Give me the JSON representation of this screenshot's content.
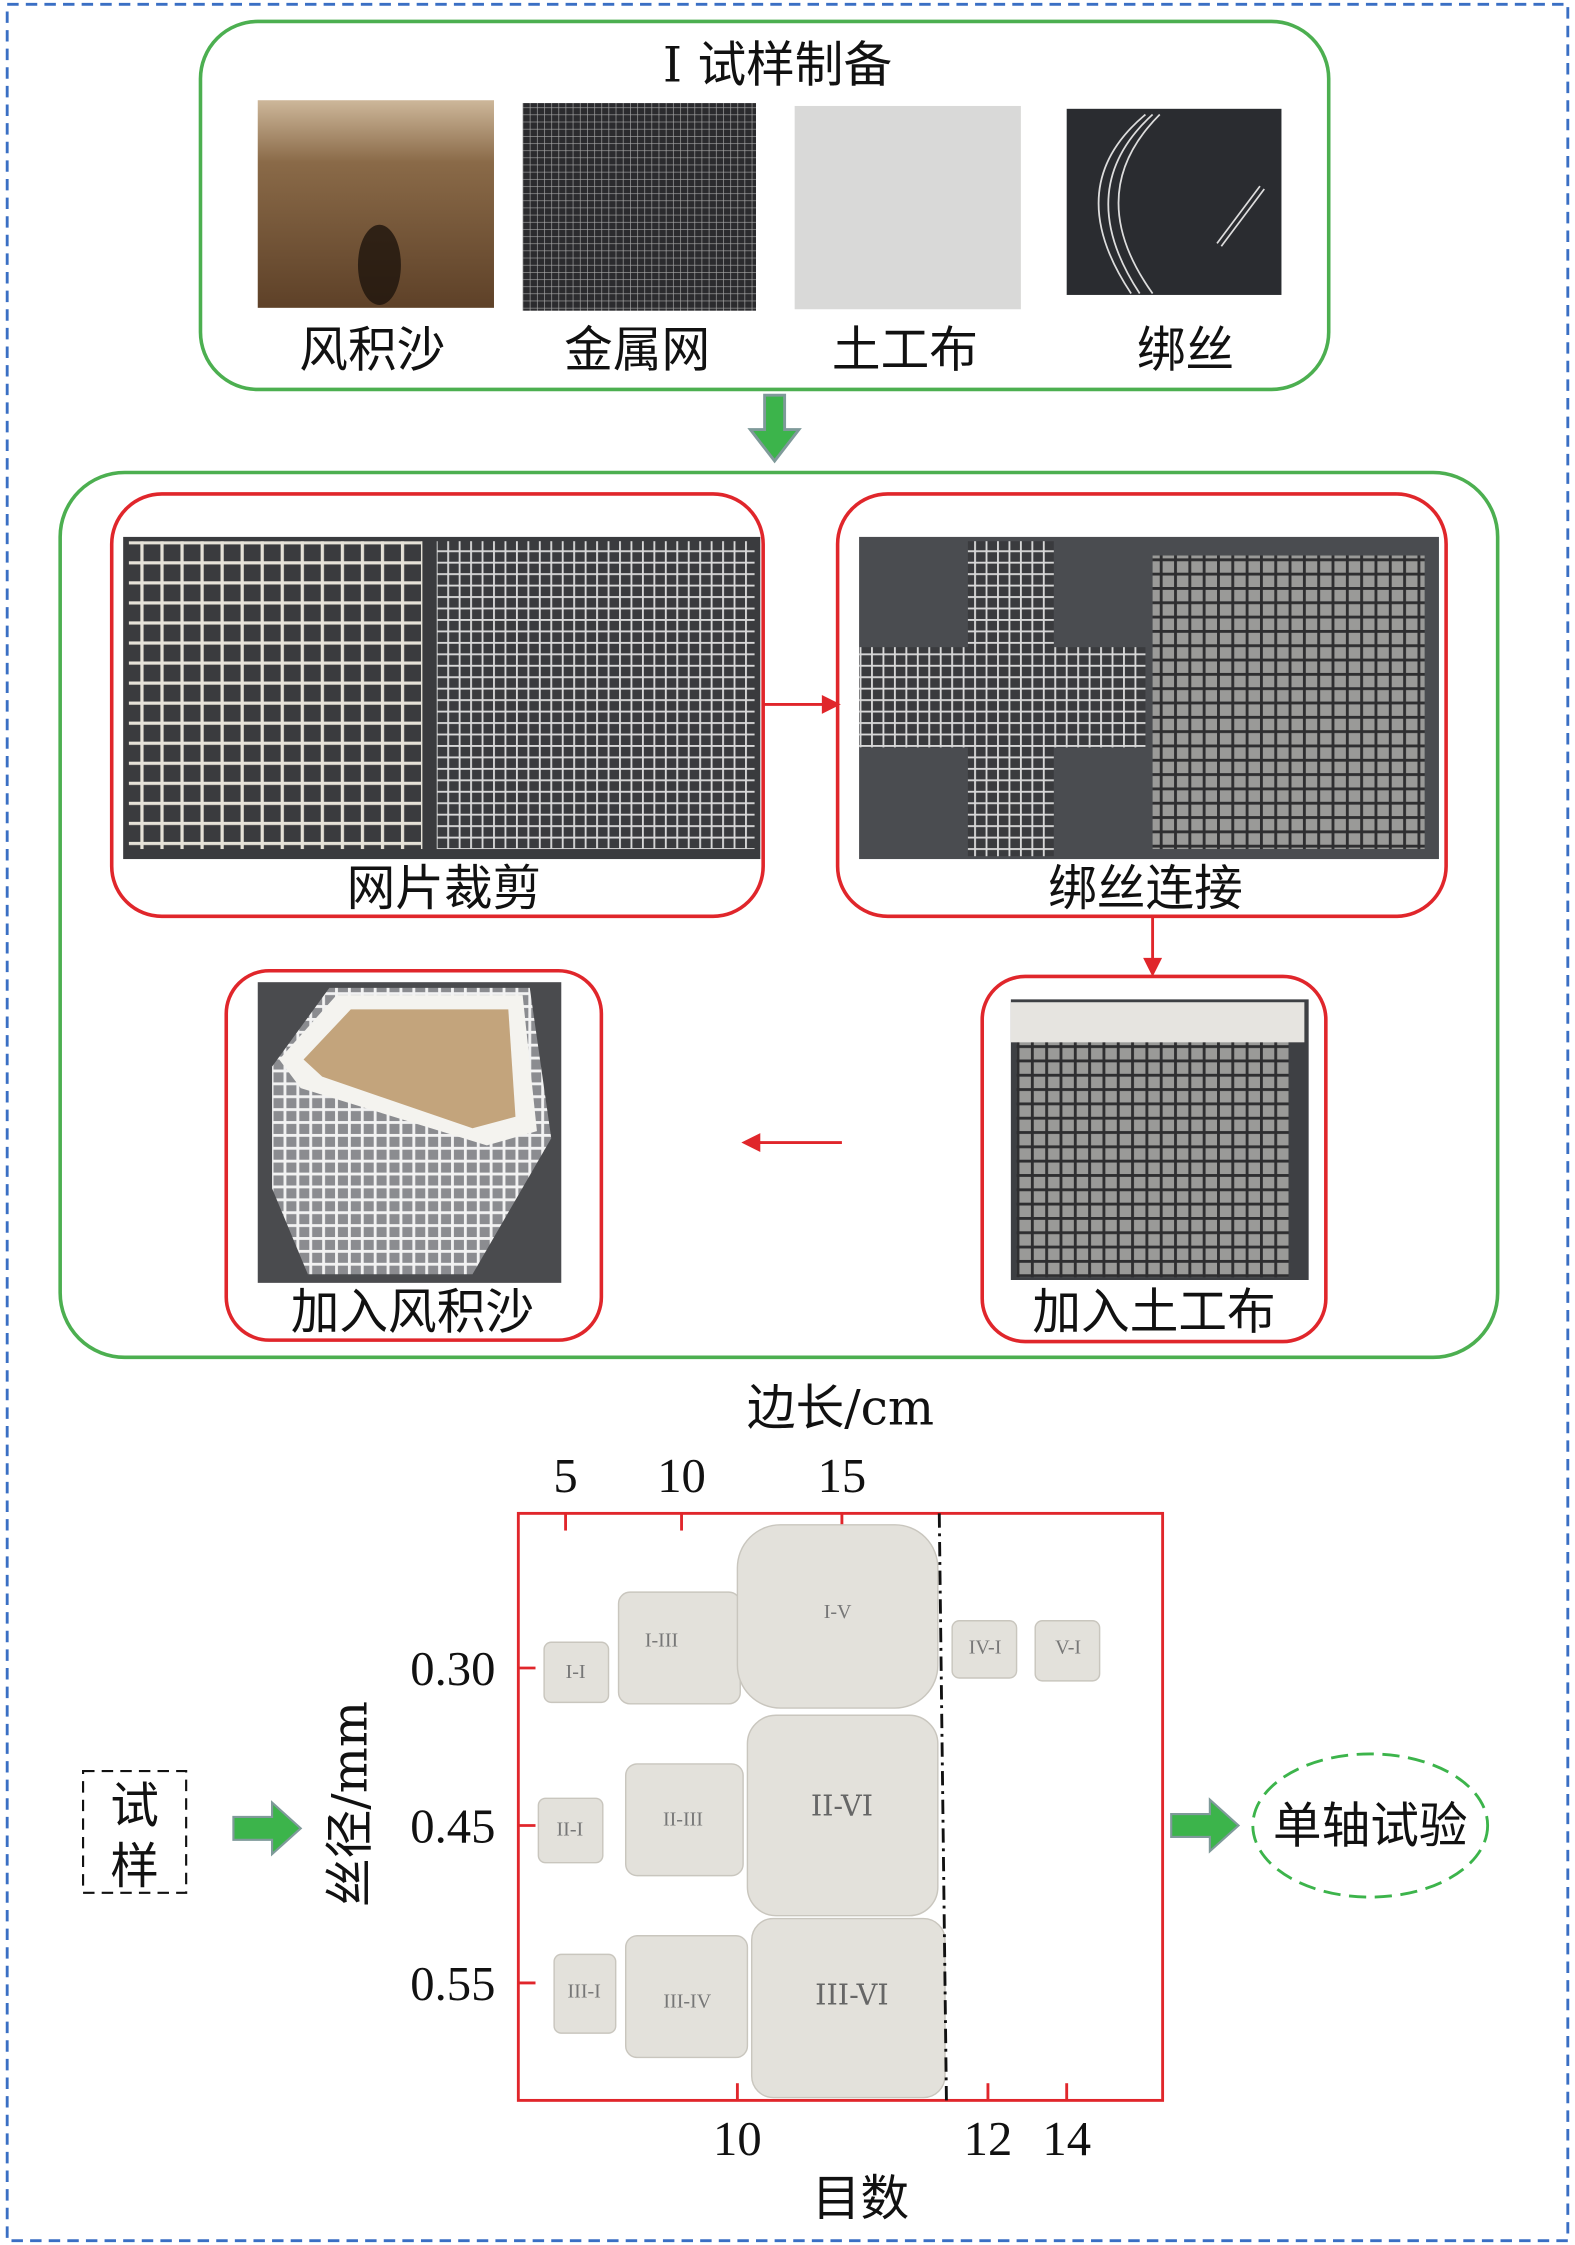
{
  "stage1": {
    "title": "I 试样制备",
    "materials": [
      {
        "label": "风积沙"
      },
      {
        "label": "金属网"
      },
      {
        "label": "土工布"
      },
      {
        "label": "绑丝"
      }
    ]
  },
  "stage2": {
    "steps": [
      {
        "label": "网片裁剪"
      },
      {
        "label": "绑丝连接"
      },
      {
        "label": "加入土工布"
      },
      {
        "label": "加入风积沙"
      }
    ]
  },
  "matrix": {
    "top_axis_title": "边长/cm",
    "top_ticks": [
      "5",
      "10",
      "15"
    ],
    "left_axis_title": "丝径/mm",
    "left_ticks": [
      "0.30",
      "0.45",
      "0.55"
    ],
    "bottom_ticks": [
      "10",
      "12",
      "14"
    ],
    "bottom_axis_title": "目数",
    "samples": [
      "I-I",
      "I-III",
      "I-V",
      "IV-I",
      "V-I",
      "II-I",
      "II-III",
      "II-VI",
      "III-I",
      "III-IV",
      "III-VI"
    ]
  },
  "left_box": {
    "line1": "试",
    "line2": "样"
  },
  "right_ellipse": {
    "label": "单轴试验"
  },
  "colors": {
    "frame": "#3a6fc4",
    "green": "#4caf50",
    "red": "#e0262b",
    "arrow": "#3cb44b"
  }
}
